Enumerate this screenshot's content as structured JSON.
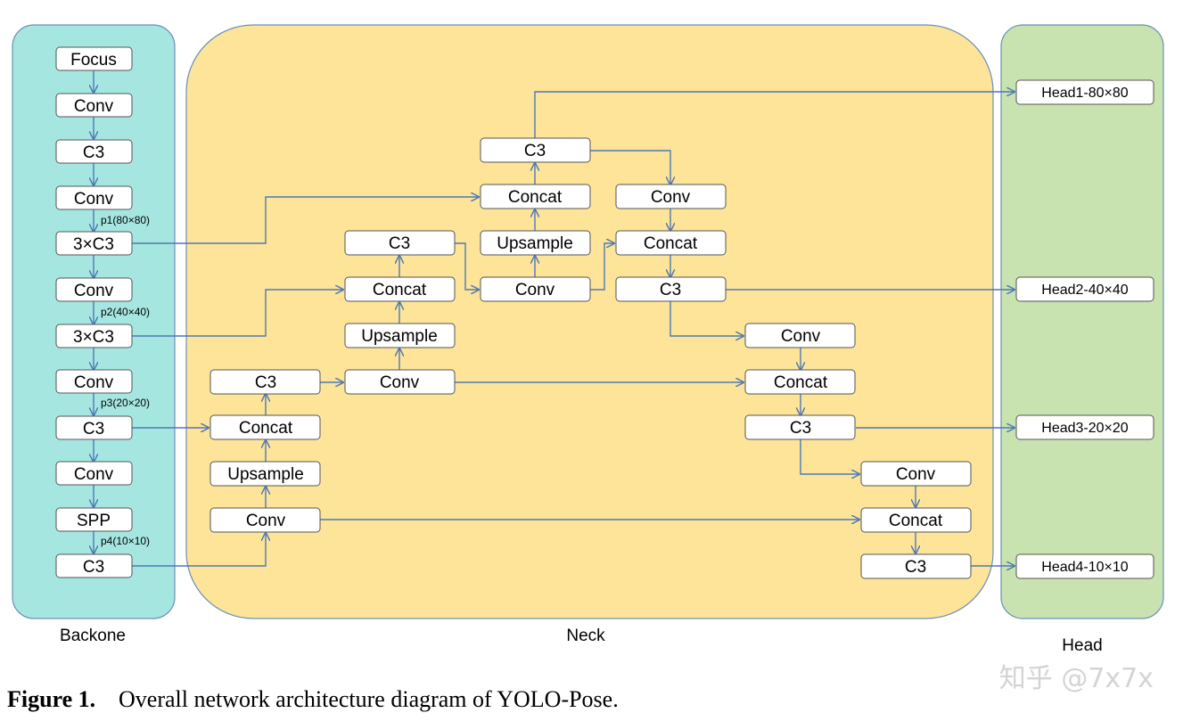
{
  "sections": {
    "backbone": "Backone",
    "neck": "Neck",
    "head": "Head"
  },
  "colors": {
    "backbone_fill": "#a6e6e1",
    "neck_fill": "#fde499",
    "head_fill": "#c8e3b0",
    "edge": "#4f79b4"
  },
  "backbone": {
    "focus": "Focus",
    "conv1": "Conv",
    "c3_1": "C3",
    "conv2": "Conv",
    "c3x3_1": "3×C3",
    "conv3": "Conv",
    "c3x3_2": "3×C3",
    "conv4": "Conv",
    "c3_2": "C3",
    "conv5": "Conv",
    "spp": "SPP",
    "c3_3": "C3",
    "p1": "p1(80×80)",
    "p2": "p2(40×40)",
    "p3": "p3(20×20)",
    "p4": "p4(10×10)"
  },
  "neck": {
    "col1_conv": "Conv",
    "col1_upsample": "Upsample",
    "col1_concat": "Concat",
    "col1_c3": "C3",
    "col2_conv": "Conv",
    "col2_upsample": "Upsample",
    "col2_concat": "Concat",
    "col2_c3": "C3",
    "col3_conv": "Conv",
    "col3_upsample": "Upsample",
    "col3_concat": "Concat",
    "col3_c3": "C3",
    "col4_conv": "Conv",
    "col4_concat": "Concat",
    "col4_c3": "C3",
    "col5_conv": "Conv",
    "col5_concat": "Concat",
    "col5_c3": "C3",
    "col6_conv": "Conv",
    "col6_concat": "Concat",
    "col6_c3": "C3"
  },
  "heads": {
    "head1": "Head1-80×80",
    "head2": "Head2-40×40",
    "head3": "Head3-20×20",
    "head4": "Head4-10×10"
  },
  "caption": {
    "bold": "Figure 1.",
    "text": "Overall network architecture diagram of YOLO-Pose."
  },
  "watermark": "知乎 @7x7x"
}
